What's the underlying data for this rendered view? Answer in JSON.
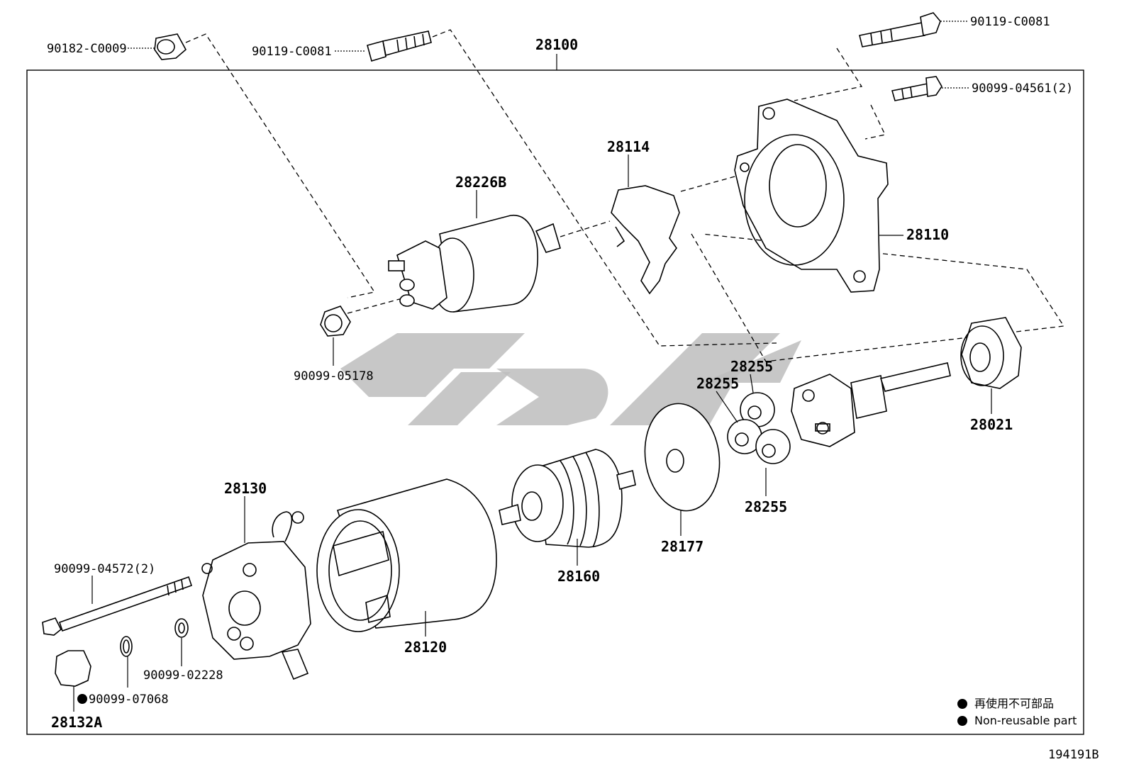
{
  "diagram_id": "194191B",
  "assembly_number": "28100",
  "labels": {
    "p90182": "90182-C0009",
    "p90119a": "90119-C0081",
    "p90119b": "90119-C0081",
    "p90099_04561": "90099-04561(2)",
    "p28100": "28100",
    "p28114": "28114",
    "p28226b": "28226B",
    "p28110": "28110",
    "p90099_05178": "90099-05178",
    "p28255a": "28255",
    "p28255b": "28255",
    "p28255c": "28255",
    "p28021": "28021",
    "p28130": "28130",
    "p90099_04572": "90099-04572(2)",
    "p28120": "28120",
    "p28160": "28160",
    "p28177": "28177",
    "p90099_02228": "90099-02228",
    "p90099_07068": "90099-07068",
    "p28132a": "28132A"
  },
  "legend": {
    "line1": "再使用不可部品",
    "line2": "Non-reusable part"
  },
  "colors": {
    "ink": "#000000",
    "watermark": "#bdbdbd",
    "background": "#ffffff"
  }
}
